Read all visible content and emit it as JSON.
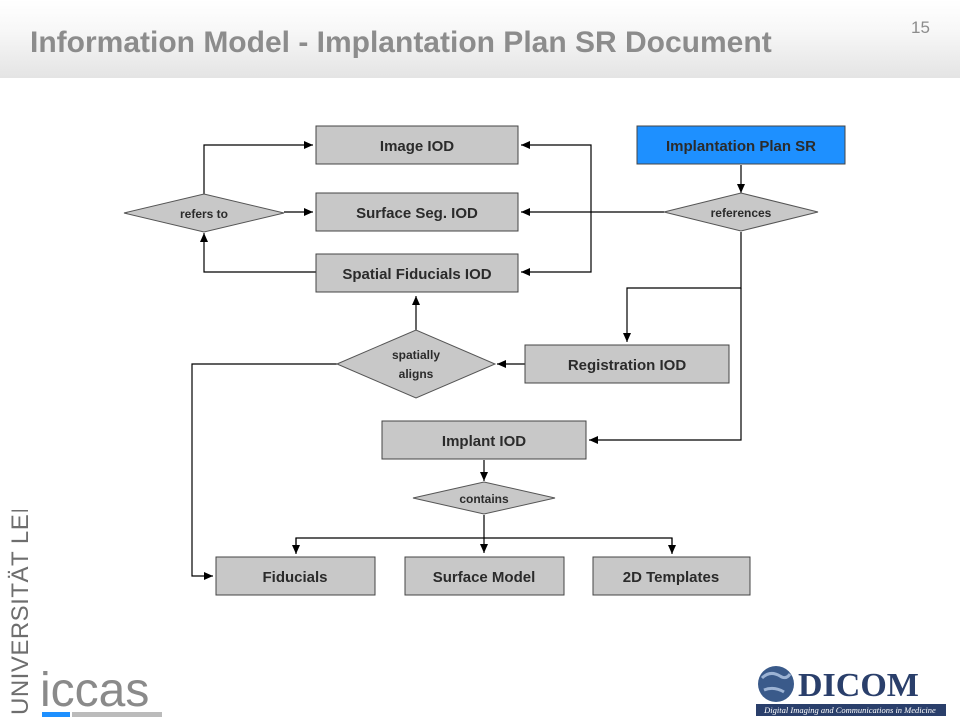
{
  "slide": {
    "title": "Information Model - Implantation Plan SR Document",
    "page_number": "15"
  },
  "nodes": {
    "image_iod": "Image IOD",
    "surface_seg_iod": "Surface Seg. IOD",
    "spatial_fiducials_iod": "Spatial Fiducials IOD",
    "implantation_plan_sr": "Implantation Plan SR",
    "registration_iod": "Registration IOD",
    "implant_iod": "Implant IOD",
    "fiducials": "Fiducials",
    "surface_model": "Surface Model",
    "templates_2d": "2D Templates"
  },
  "relations": {
    "refers_to": "refers to",
    "references": "references",
    "spatially_aligns_line1": "spatially",
    "spatially_aligns_line2": "aligns",
    "contains": "contains"
  },
  "footer": {
    "university": "UNIVERSITÄT LEIPZIG",
    "iccas": "iccas",
    "dicom": "DICOM",
    "dicom_tagline": "Digital Imaging and Communications in Medicine"
  },
  "colors": {
    "box_fill": "#c8c8c8",
    "highlight_fill": "#1e90ff",
    "title_color": "#8c8c8c"
  }
}
